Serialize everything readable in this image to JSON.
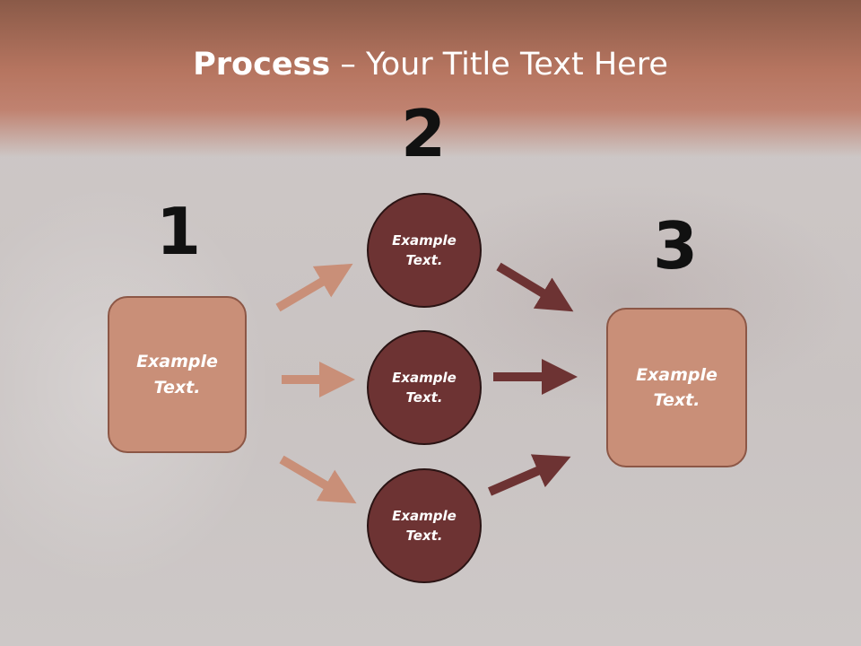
{
  "title": {
    "strong": "Process",
    "rest": " – Your Title Text Here"
  },
  "numbers": {
    "n1": "1",
    "n2": "2",
    "n3": "3"
  },
  "steps": {
    "left_box": {
      "line1": "Example",
      "line2": "Text."
    },
    "circle_top": {
      "line1": "Example",
      "line2": "Text."
    },
    "circle_mid": {
      "line1": "Example",
      "line2": "Text."
    },
    "circle_bottom": {
      "line1": "Example",
      "line2": "Text."
    },
    "right_box": {
      "line1": "Example",
      "line2": "Text."
    }
  },
  "colors": {
    "band": "#b67560",
    "box_fill": "#c98f78",
    "circle_fill": "#6d3333",
    "arrow_light": "#c98f78",
    "arrow_dark": "#6d3333"
  }
}
